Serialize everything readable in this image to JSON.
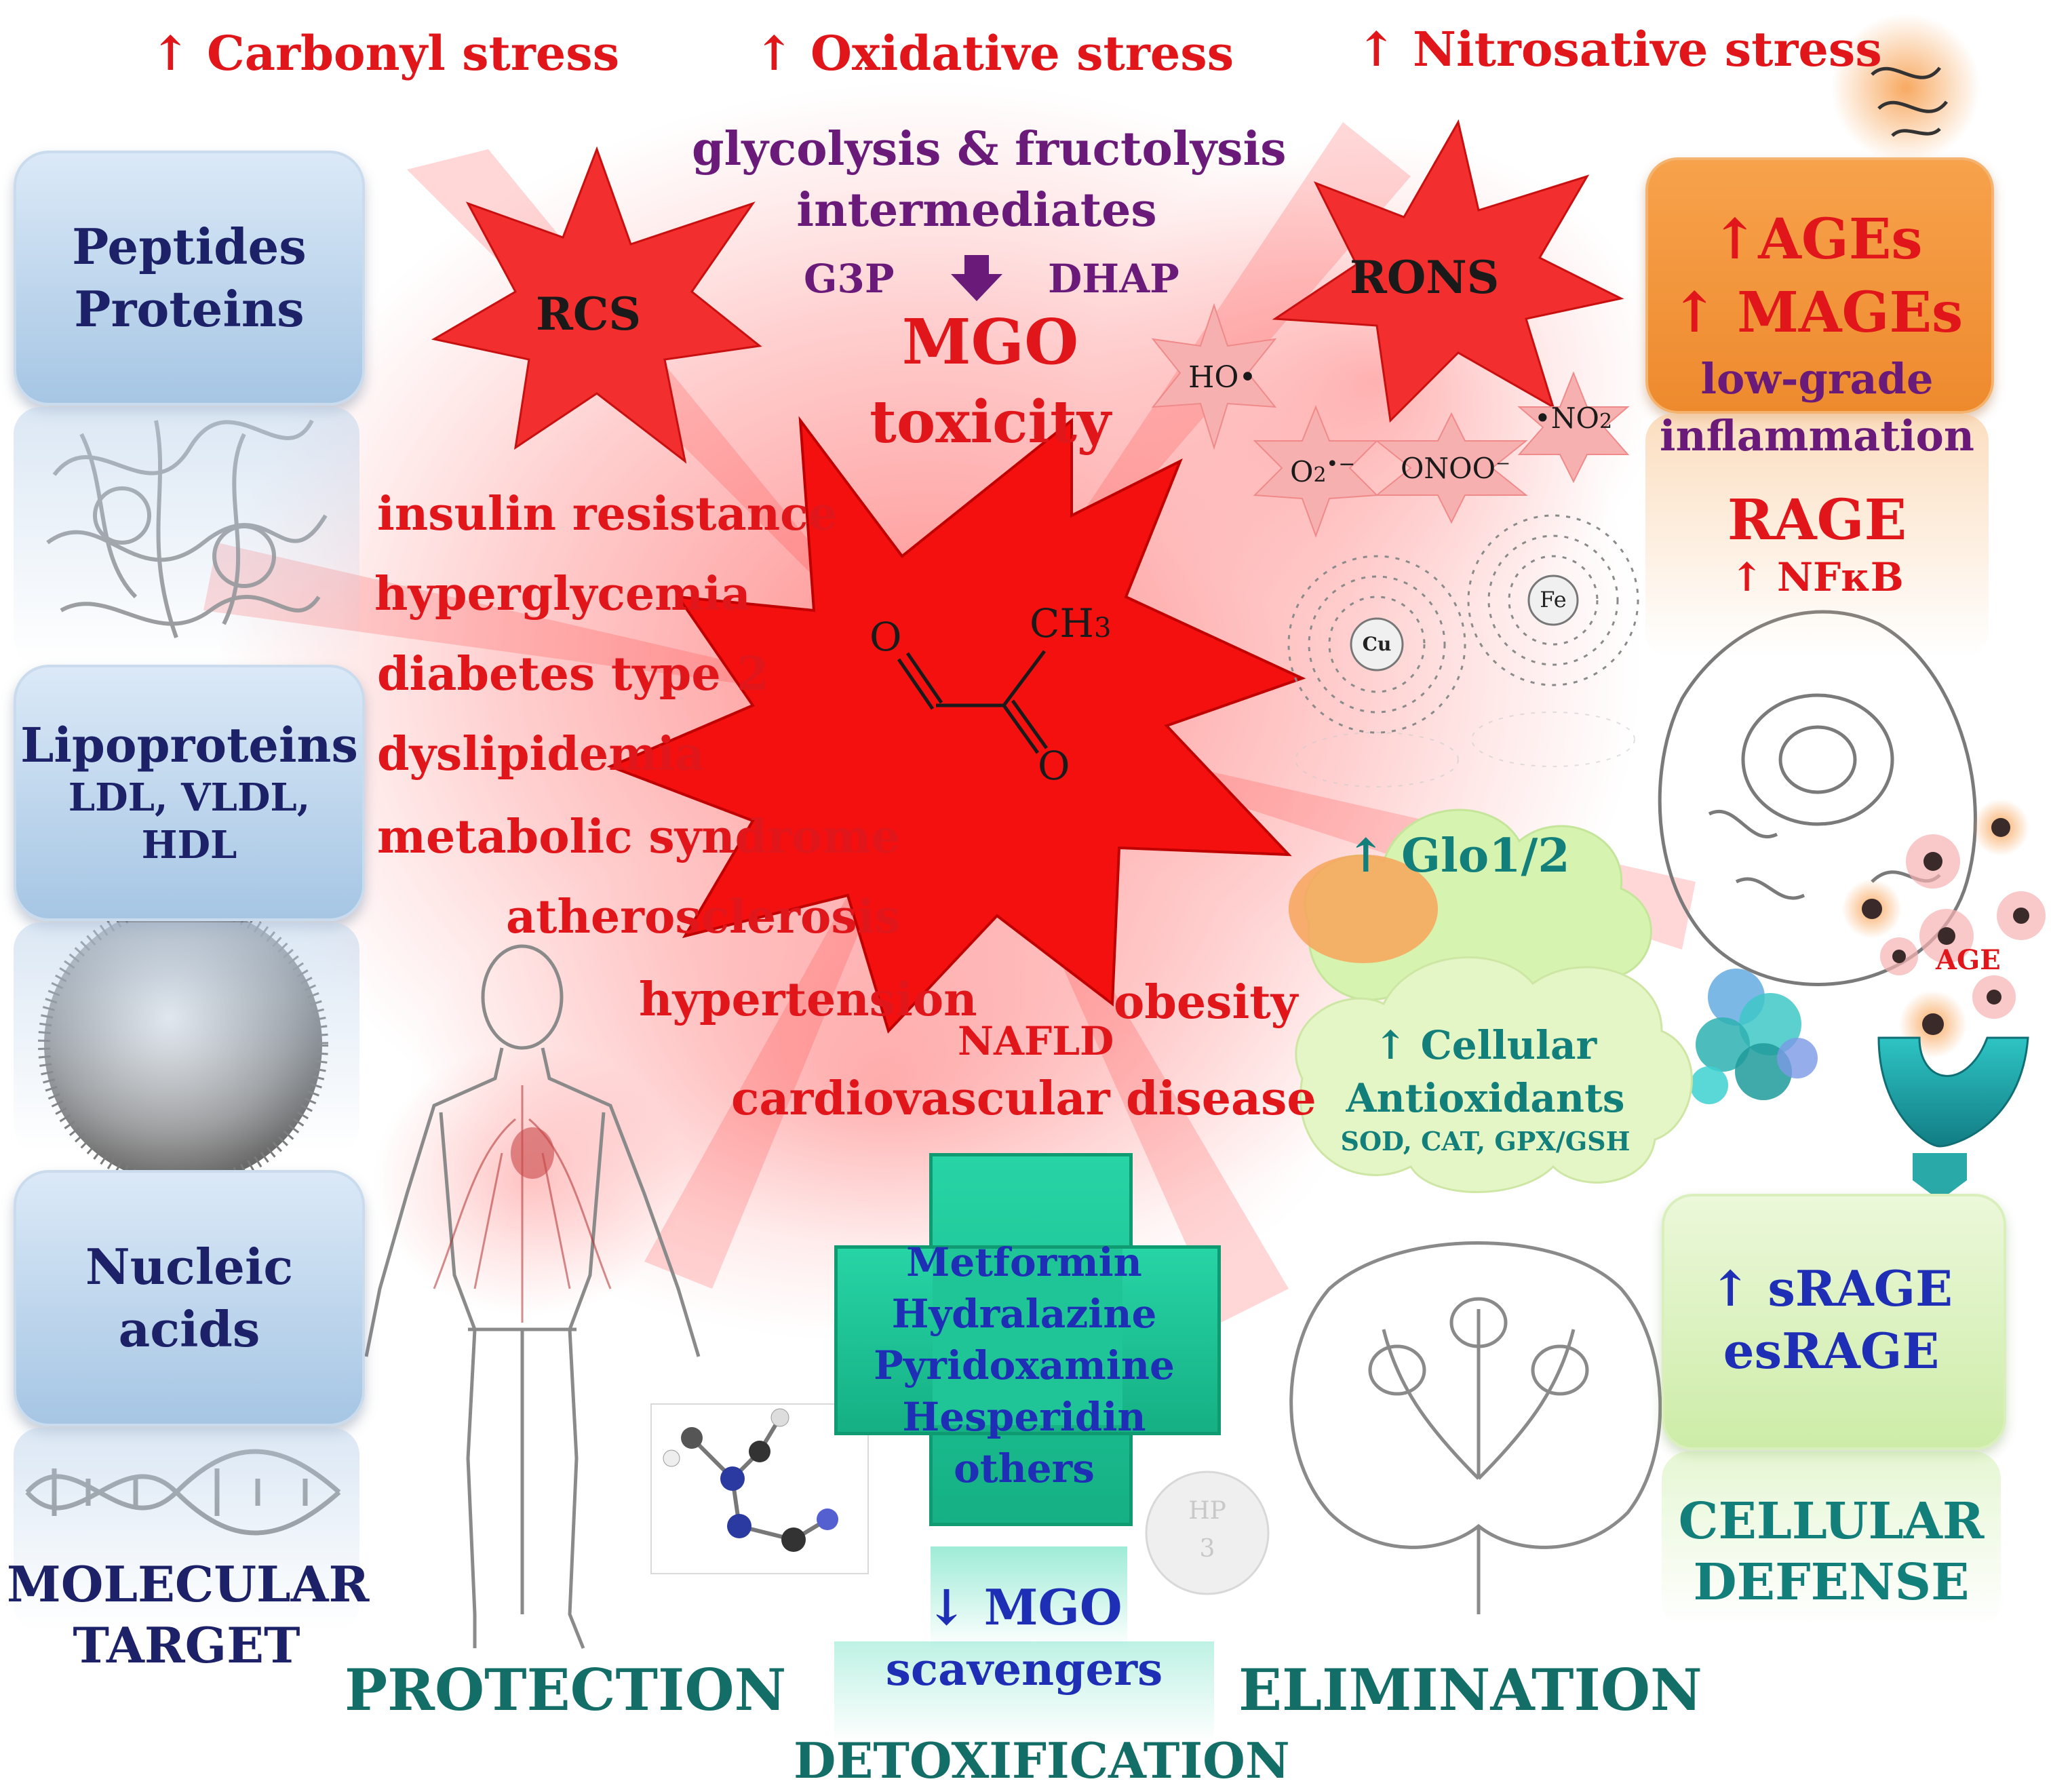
{
  "stress": {
    "carbonyl": "↑ Carbonyl stress",
    "oxidative": "↑ Oxidative stress",
    "nitrosative": "↑ Nitrosative stress"
  },
  "center": {
    "intermediates_1": "glycolysis & fructolysis",
    "intermediates_2": "intermediates",
    "g3p": "G3P",
    "dhap": "DHAP",
    "mgo": "MGO",
    "toxicity": "toxicity",
    "rcs": "RCS",
    "rons": "RONS",
    "molecule_o1": "O",
    "molecule_ch3": "CH",
    "molecule_sub3": "3",
    "molecule_o2": "O"
  },
  "radicals": {
    "ho": "HO•",
    "no2_pre": "•NO",
    "no2_sub": "2",
    "o2_pre": "O",
    "o2_sub": "2",
    "o2_sup": "•−",
    "onoo": "ONOO⁻"
  },
  "atoms": {
    "cu": "Cu",
    "fe": "Fe"
  },
  "diseases": [
    "insulin resistance",
    "hyperglycemia",
    "diabetes type 2",
    "dyslipidemia",
    "metabolic syndrome",
    "atherosclerosis",
    "hypertension",
    "obesity",
    "NAFLD",
    "cardiovascular disease"
  ],
  "targets": {
    "peptides_1": "Peptides",
    "peptides_2": "Proteins",
    "lipo_1": "Lipoproteins",
    "lipo_2": "LDL, VLDL,",
    "lipo_3": "HDL",
    "nucleic_1": "Nucleic",
    "nucleic_2": "acids",
    "label_1": "MOLECULAR",
    "label_2": "TARGET"
  },
  "right": {
    "ages": "↑AGEs",
    "mages": "↑ MAGEs",
    "lowgrade": "low-grade",
    "inflammation": "inflammation",
    "rage": "RAGE",
    "nfkb": "↑ NFκB",
    "age_label": "AGE",
    "srage": "↑ sRAGE",
    "esrage": "esRAGE",
    "label_1": "CELLULAR",
    "label_2": "DEFENSE"
  },
  "clouds": {
    "glo": "↑ Glo1/2",
    "cell_1": "↑ Cellular",
    "cell_2": "Antioxidants",
    "cell_3": "SOD, CAT, GPX/GSH"
  },
  "drugs": [
    "Metformin",
    "Hydralazine",
    "Pyridoxamine",
    "Hesperidin",
    "others"
  ],
  "scavengers": {
    "line_1": "↓ MGO",
    "line_2": "scavengers"
  },
  "pill": {
    "line_1": "HP",
    "line_2": "3"
  },
  "labels": {
    "protection": "PROTECTION",
    "elimination": "ELIMINATION",
    "detoxification": "DETOXIFICATION"
  },
  "colors": {
    "red": "#e0161b",
    "purple": "#6a1a78",
    "navy": "#1d2268",
    "teal": "#136e68",
    "blue": "#1e2fb5",
    "orange": "#f39a3e",
    "green": "#1fc596"
  }
}
